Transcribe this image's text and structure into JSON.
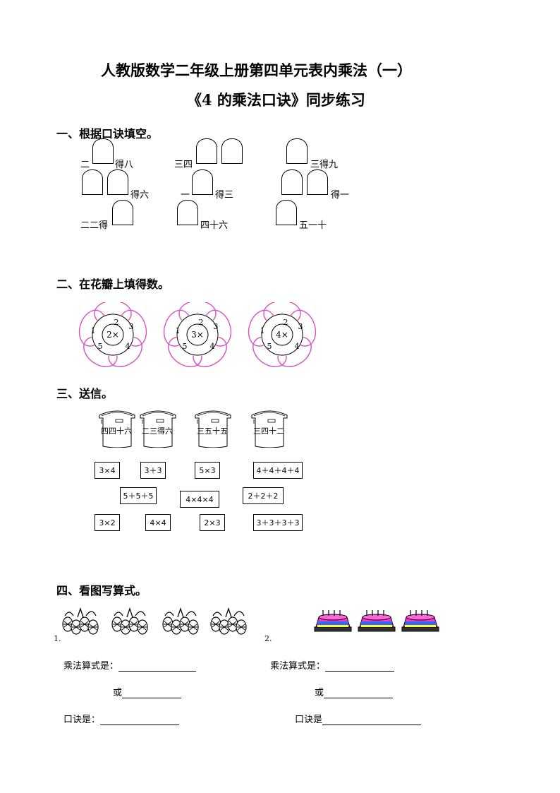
{
  "title": {
    "line1": "人教版数学二年级上册第四单元表内乘法（一）",
    "line2": "《4 的乘法口诀》同步练习"
  },
  "section1": {
    "heading": "一、根据口诀填空。",
    "items": [
      {
        "prefix": "二",
        "suffix": "得八"
      },
      {
        "prefix": "三四",
        "suffix": ""
      },
      {
        "prefix": "",
        "suffix": "三得九"
      },
      {
        "prefix": "",
        "suffix": "得六"
      },
      {
        "prefix": "一",
        "suffix": "得三"
      },
      {
        "prefix": "",
        "suffix": "得一"
      },
      {
        "prefix": "二二得",
        "suffix": ""
      },
      {
        "prefix": "",
        "suffix": "四十六"
      },
      {
        "prefix": "",
        "suffix": "五一十"
      }
    ]
  },
  "section2": {
    "heading": "二、在花瓣上填得数。",
    "flowers": [
      {
        "center": "2×",
        "petals": [
          "2",
          "3",
          "4",
          "5",
          "1"
        ]
      },
      {
        "center": "3×",
        "petals": [
          "2",
          "3",
          "4",
          "5",
          "1"
        ]
      },
      {
        "center": "4×",
        "petals": [
          "2",
          "3",
          "4",
          "5",
          "1"
        ]
      }
    ],
    "petal_color": "#d94fc6"
  },
  "section3": {
    "heading": "三、送信。",
    "mailboxes": [
      "四四十六",
      "二三得六",
      "三五十五",
      "三四十二"
    ],
    "cards_row1": [
      "3×4",
      "3＋3",
      "5×3",
      "4＋4＋4＋4"
    ],
    "cards_row2": [
      "5＋5＋5",
      "4×4×4",
      "2＋2＋2"
    ],
    "cards_row3": [
      "3×2",
      "4×4",
      "2×3",
      "3＋3＋3＋3"
    ]
  },
  "section4": {
    "heading": "四、看图写算式。",
    "q1": {
      "num": "1.",
      "formula_label": "乘法算式是：",
      "or_label": "或",
      "rhyme_label": "口诀是："
    },
    "q2": {
      "num": "2.",
      "formula_label": "乘法算式是：",
      "or_label": "或",
      "rhyme_label": "口诀是"
    }
  }
}
